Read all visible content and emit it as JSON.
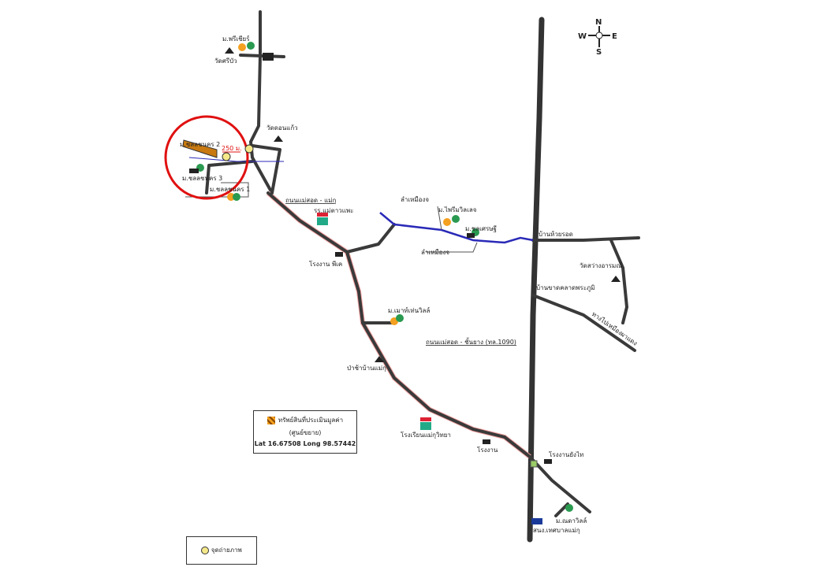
{
  "compass": {
    "n": "N",
    "s": "S",
    "w": "W",
    "e": "E"
  },
  "labels": {
    "premier": "ม.พรีเชียร์",
    "wat_sribua": "วัดศรีบัว",
    "wat_donkaew": "วัดดอนแก้ว",
    "chon2": "ม.ชลลชนคร 2",
    "chon3": "ม.ชลลชนคร 3",
    "chon1": "ม.ชลลชนคร 1",
    "distance": "250 ม.",
    "road_maesot_maeku": "ถนนแม่สอด - แม่กุ",
    "school_maetao": "รร.แม่ตาวแพะ",
    "factory_pk": "โรงงาน พีเค",
    "canal1": "ลำเหมืองจ",
    "canal2": "ลำเหมืองจ",
    "prime_village": "ม.ไพรีมวิลเลจ",
    "chon_setthi": "ม.ชลเศรษฐี",
    "ban_huairod": "บ้านห้วยรอด",
    "wat_sawang": "วัดสว่างอารมณ์",
    "ban_khat": "บ้านขาดคลาดพระภูมิ",
    "to_phadaeng": "ทางไปเหมืองผาแดง",
    "mountain_ville": "ม.เมาท์เท่นวิลล์",
    "road_1090": "ถนนแม่สอด - ชั้นยาง (ทล.1090)",
    "cemetery": "ป่าช้าบ้านแม่กุ",
    "school_maeku": "โรงเรียนแม่กุวิทยา",
    "factory": "โรงงาน",
    "factory_yangthai": "โรงงานยังไท",
    "nada_ville": "ม.ณดาวิลล์",
    "municipal_office": "สนง.เทศบาลแม่กุ"
  },
  "legend": {
    "item": "ทรัพย์สินที่ประเมินมูลค่า",
    "sub": "(ศูนย์ขยาย)",
    "coords": "Lat 16.67508 Long 98.57442",
    "photo_point": "จุดถ่ายภาพ"
  },
  "colors": {
    "highlight": "#e01010",
    "property": "#c87a10",
    "river": "#2a2ab8",
    "road": "#3a3a3a"
  }
}
